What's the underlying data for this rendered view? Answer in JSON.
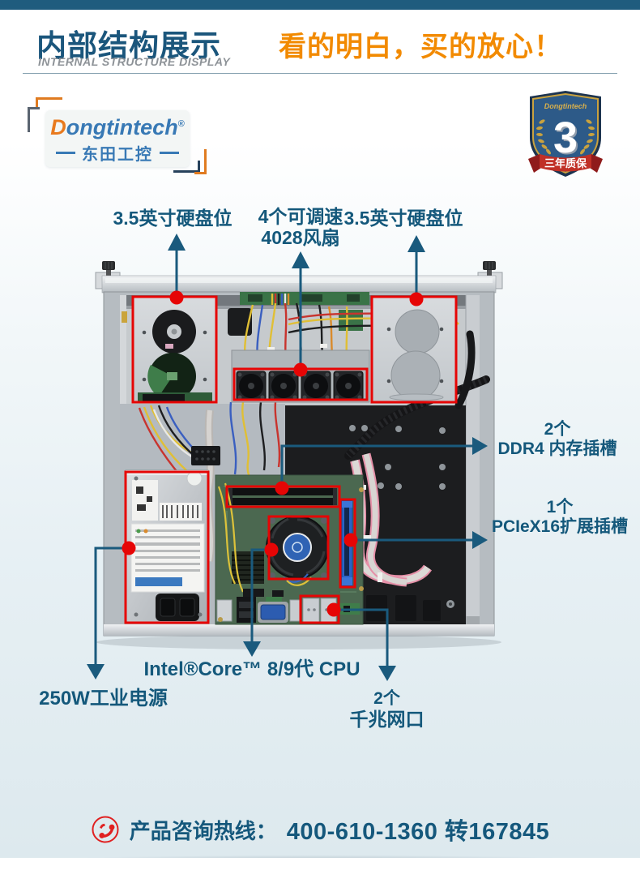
{
  "header": {
    "title_cn": "内部结构展示",
    "title_en": "INTERNAL STRUCTURE DISPLAY",
    "slogan": "看的明白，买的放心！"
  },
  "logo": {
    "brand_initial": "D",
    "brand_rest": "ongtintech",
    "reg": "®",
    "brand_cn": "东田工控"
  },
  "badge": {
    "brand": "Dongtintech",
    "number": "3",
    "ribbon": "三年质保"
  },
  "callouts": {
    "hdd_left": "3.5英寸硬盘位",
    "fans_line1": "4个可调速",
    "fans_line2": "4028风扇",
    "hdd_right": "3.5英寸硬盘位",
    "ddr4_count": "2个",
    "ddr4": "DDR4 内存插槽",
    "pcie_count": "1个",
    "pcie": "PCIeX16扩展插槽",
    "psu": "250W工业电源",
    "cpu": "Intel®Core™ 8/9代 CPU",
    "lan_count": "2个",
    "lan": "千兆网口"
  },
  "footer": {
    "icon": "phone",
    "hotline_label": "产品咨询热线：",
    "hotline_number": "400-610-1360 转167845"
  },
  "colors": {
    "accent_teal": "#1a5a7d",
    "accent_orange": "#f28a00",
    "highlight_red": "#e60505",
    "title_blue": "#1b567c"
  }
}
